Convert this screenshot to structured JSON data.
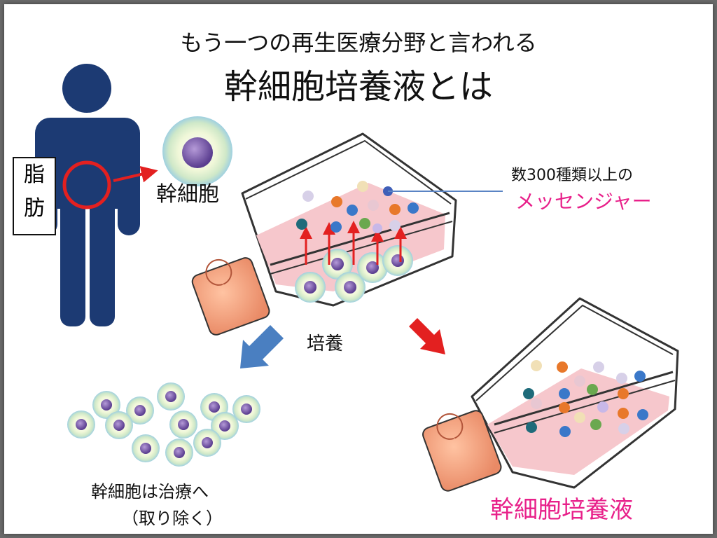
{
  "title": {
    "line1": "もう一つの再生医療分野と言われる",
    "line2": "幹細胞培養液とは"
  },
  "fat_label": {
    "char1": "脂",
    "char2": "肪"
  },
  "stem_cell_label": "幹細胞",
  "messenger": {
    "line1": "数300種類以上の",
    "line2": "メッセンジャー"
  },
  "culture_label": "培養",
  "treatment": {
    "line1": "幹細胞は治療へ",
    "line2": "（取り除く）"
  },
  "medium_label": "幹細胞培養液",
  "colors": {
    "human": "#1c3a73",
    "ring": "#e32020",
    "magenta_text": "#e8208a",
    "arrow_blue": "#4a7fc1",
    "arrow_red": "#e32020",
    "cap": "#f2a27e",
    "medium": "#f6c7cc"
  },
  "icons": [
    "human-silhouette-icon",
    "stem-cell-icon",
    "culture-flask-icon",
    "messenger-molecule-icon"
  ]
}
